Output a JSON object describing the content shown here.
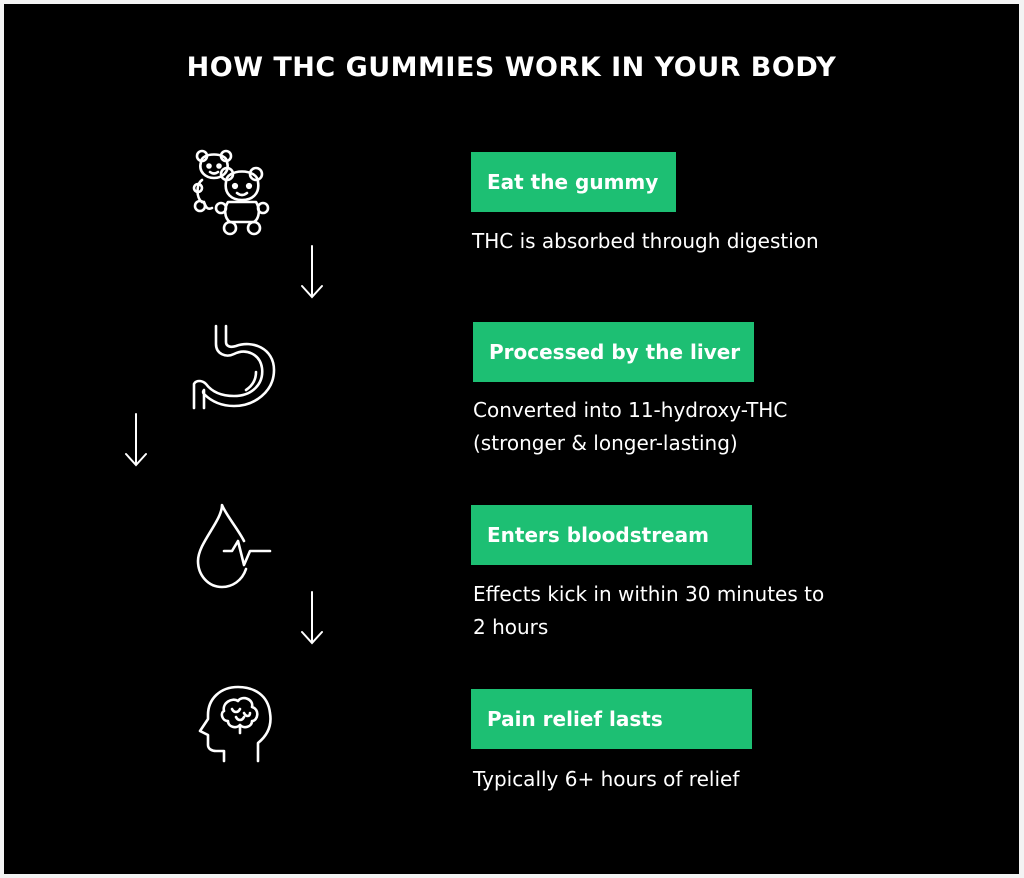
{
  "title": "HOW THC GUMMIES WORK IN YOUR BODY",
  "colors": {
    "background": "#000000",
    "accent": "#1dbf73",
    "text": "#ffffff"
  },
  "steps": [
    {
      "icon": "gummy-bears-icon",
      "label": "Eat the gummy",
      "description": [
        "THC is absorbed through digestion"
      ]
    },
    {
      "icon": "stomach-icon",
      "label": "Processed by the liver",
      "description": [
        "Converted into 11-hydroxy-THC",
        "(stronger & longer-lasting)"
      ]
    },
    {
      "icon": "blood-drop-pulse-icon",
      "label": "Enters bloodstream",
      "description": [
        "Effects kick in within 30 minutes to",
        "2 hours"
      ]
    },
    {
      "icon": "head-brain-icon",
      "label": "Pain relief lasts",
      "description": [
        "Typically 6+ hours of relief"
      ]
    }
  ]
}
